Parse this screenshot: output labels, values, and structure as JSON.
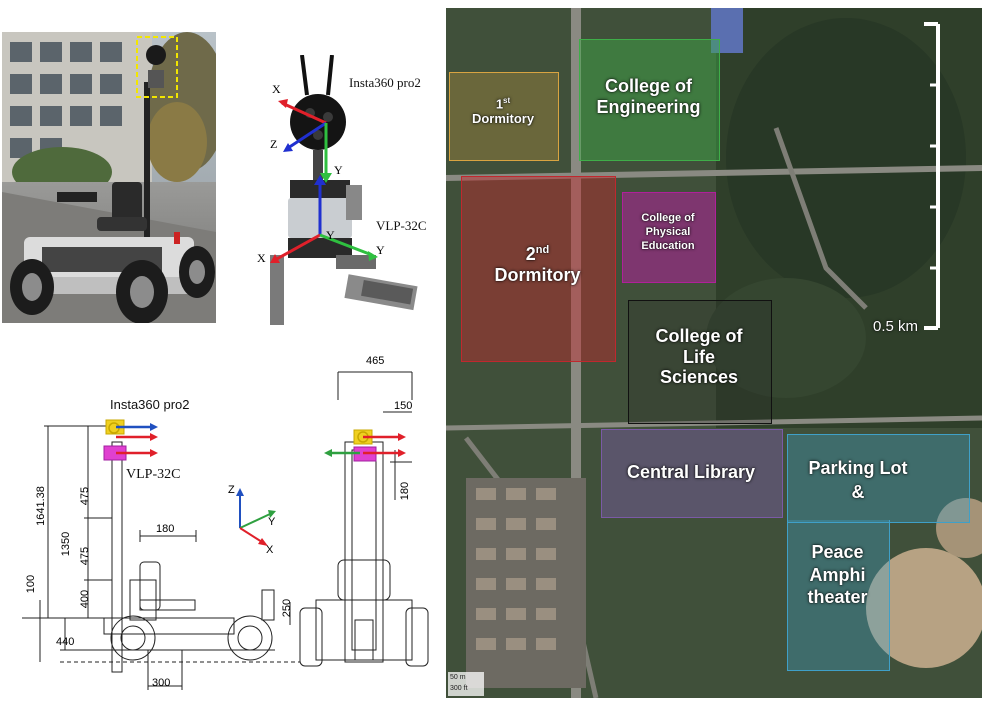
{
  "sensor_diagram": {
    "camera_label": "Insta360 pro2",
    "lidar_label": "VLP-32C",
    "axis_x": "X",
    "axis_y": "Y",
    "axis_z": "Z"
  },
  "drawing": {
    "camera_label": "Insta360 pro2",
    "lidar_label": "VLP-32C",
    "dim_total_height": "1641.38",
    "dim_lower_height": "1350",
    "dim_upper_475": "475",
    "dim_mid_475": "475",
    "dim_400": "400",
    "dim_100": "100",
    "dim_440": "440",
    "dim_180_h": "180",
    "dim_300": "300",
    "dim_250": "250",
    "dim_465": "465",
    "dim_150": "150",
    "dim_180_v": "180",
    "axis_x": "X",
    "axis_y": "Y",
    "axis_z": "Z"
  },
  "map": {
    "regions": [
      {
        "id": "dorm1",
        "label": "1st Dormitory",
        "color": "#d9a441"
      },
      {
        "id": "eng",
        "label": "College of Engineering",
        "color": "#3fae49"
      },
      {
        "id": "dorm2",
        "label": "2nd Dormitory",
        "color": "#c0282e"
      },
      {
        "id": "pe",
        "label": "College of Physical Education",
        "color": "#b0209a"
      },
      {
        "id": "life",
        "label": "College of Life Sciences",
        "color": "#111111"
      },
      {
        "id": "lib",
        "label": "Central Library",
        "color": "#7b5aa6"
      },
      {
        "id": "park",
        "label": "Parking Lot & Peace Amphi theater",
        "color": "#3fa0c8"
      }
    ],
    "dorm1_base": "1",
    "dorm1_sup": "st",
    "dorm1_word": "Dormitory",
    "dorm2_base": "2",
    "dorm2_sup": "nd",
    "dorm2_word": "Dormitory",
    "eng_line1": "College of",
    "eng_line2": "Engineering",
    "pe_line1": "College of",
    "pe_line2": "Physical",
    "pe_line3": "Education",
    "life_line1": "College of",
    "life_line2": "Life",
    "life_line3": "Sciences",
    "lib_label": "Central Library",
    "park_line1": "Parking Lot",
    "park_line2": "&",
    "park_line3": "Peace",
    "park_line4": "Amphi",
    "park_line5": "theater",
    "scale_label": "0.5 km",
    "corner_scale_1": "50 m",
    "corner_scale_2": "300 ft"
  }
}
